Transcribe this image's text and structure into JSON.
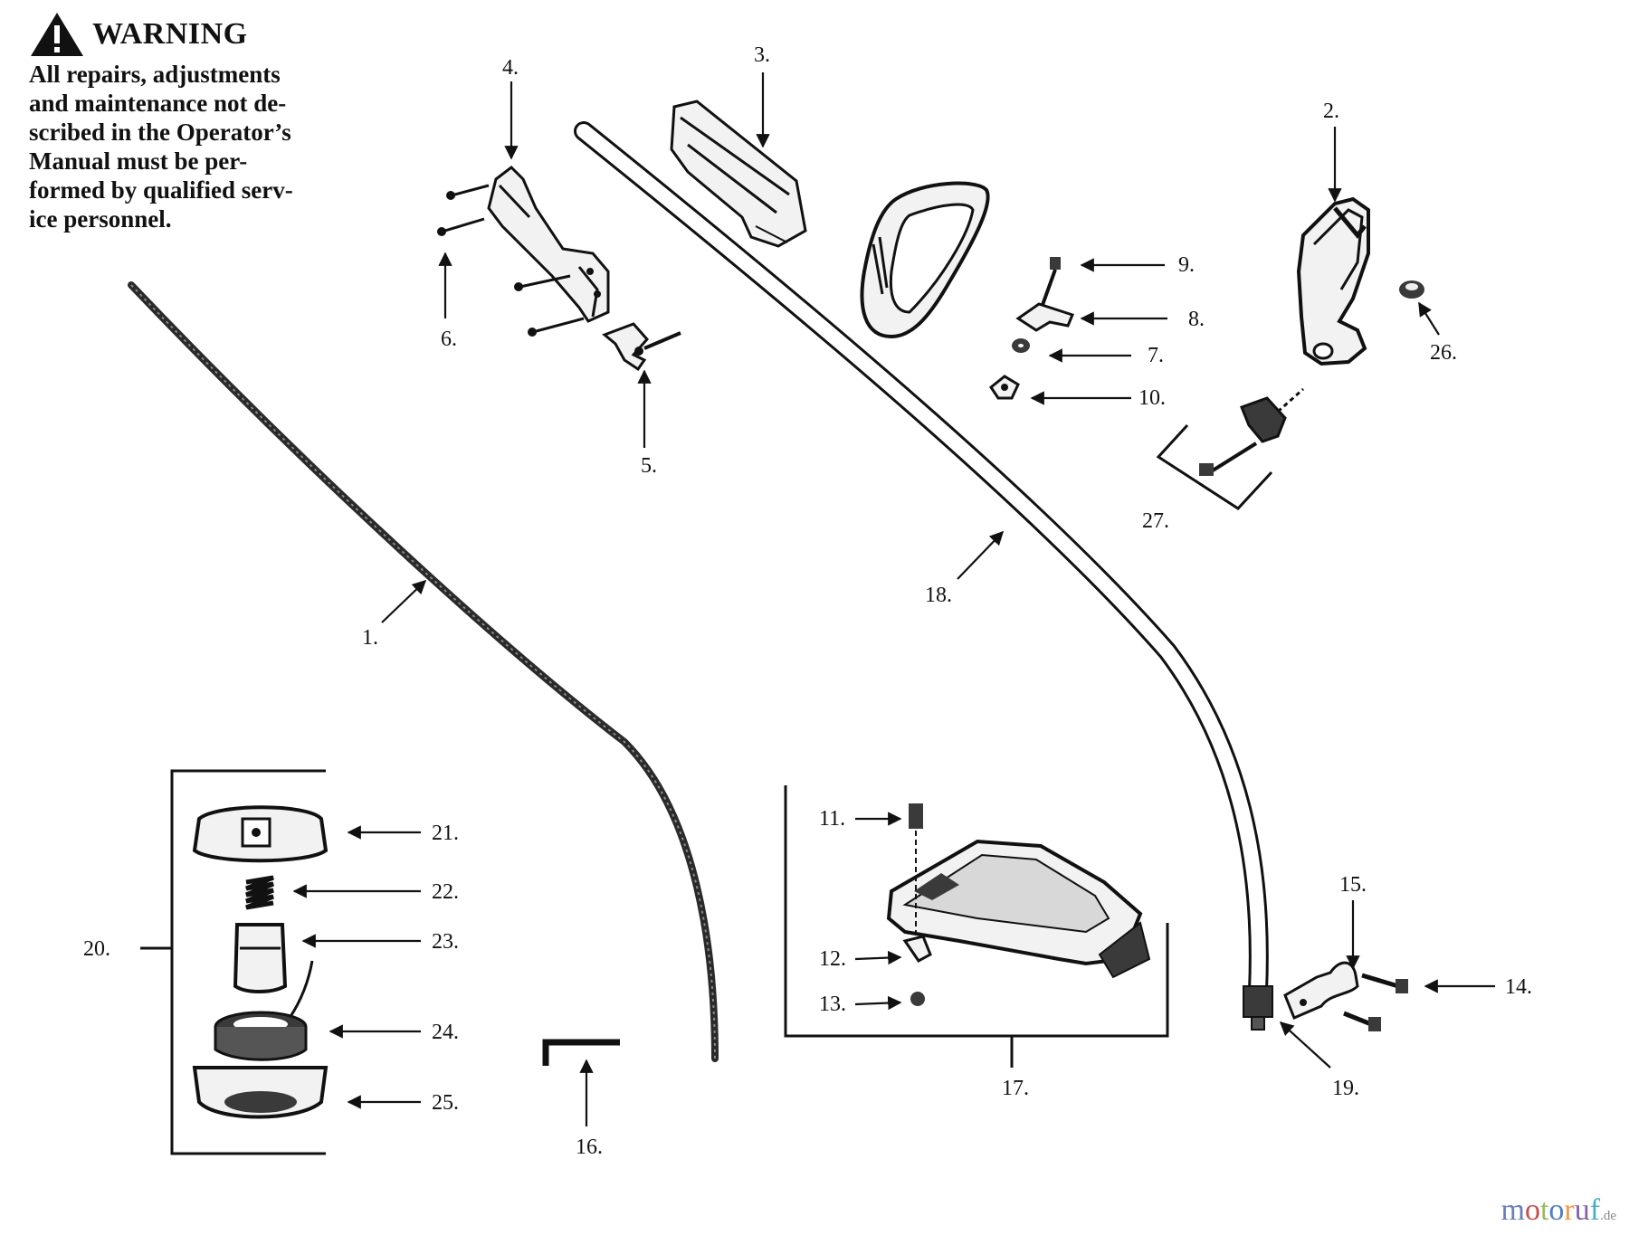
{
  "warning": {
    "title": "WARNING",
    "lines": [
      "All repairs, adjustments",
      "and maintenance not de-",
      "scribed in the Operator’s",
      "Manual must be per-",
      "formed by qualified serv-",
      "ice personnel."
    ]
  },
  "labels": [
    "1.",
    "2.",
    "3.",
    "4.",
    "5.",
    "6.",
    "7.",
    "8.",
    "9.",
    "10.",
    "11.",
    "12.",
    "13.",
    "14.",
    "15.",
    "16.",
    "17.",
    "18.",
    "19.",
    "20.",
    "21.",
    "22.",
    "23.",
    "24.",
    "25.",
    "26.",
    "27."
  ],
  "watermark": {
    "brand": "motoruf",
    "suffix": ".de"
  },
  "colors": {
    "ink": "#111111",
    "part_fill": "#f2f2f2",
    "part_dark": "#3a3a3a"
  }
}
